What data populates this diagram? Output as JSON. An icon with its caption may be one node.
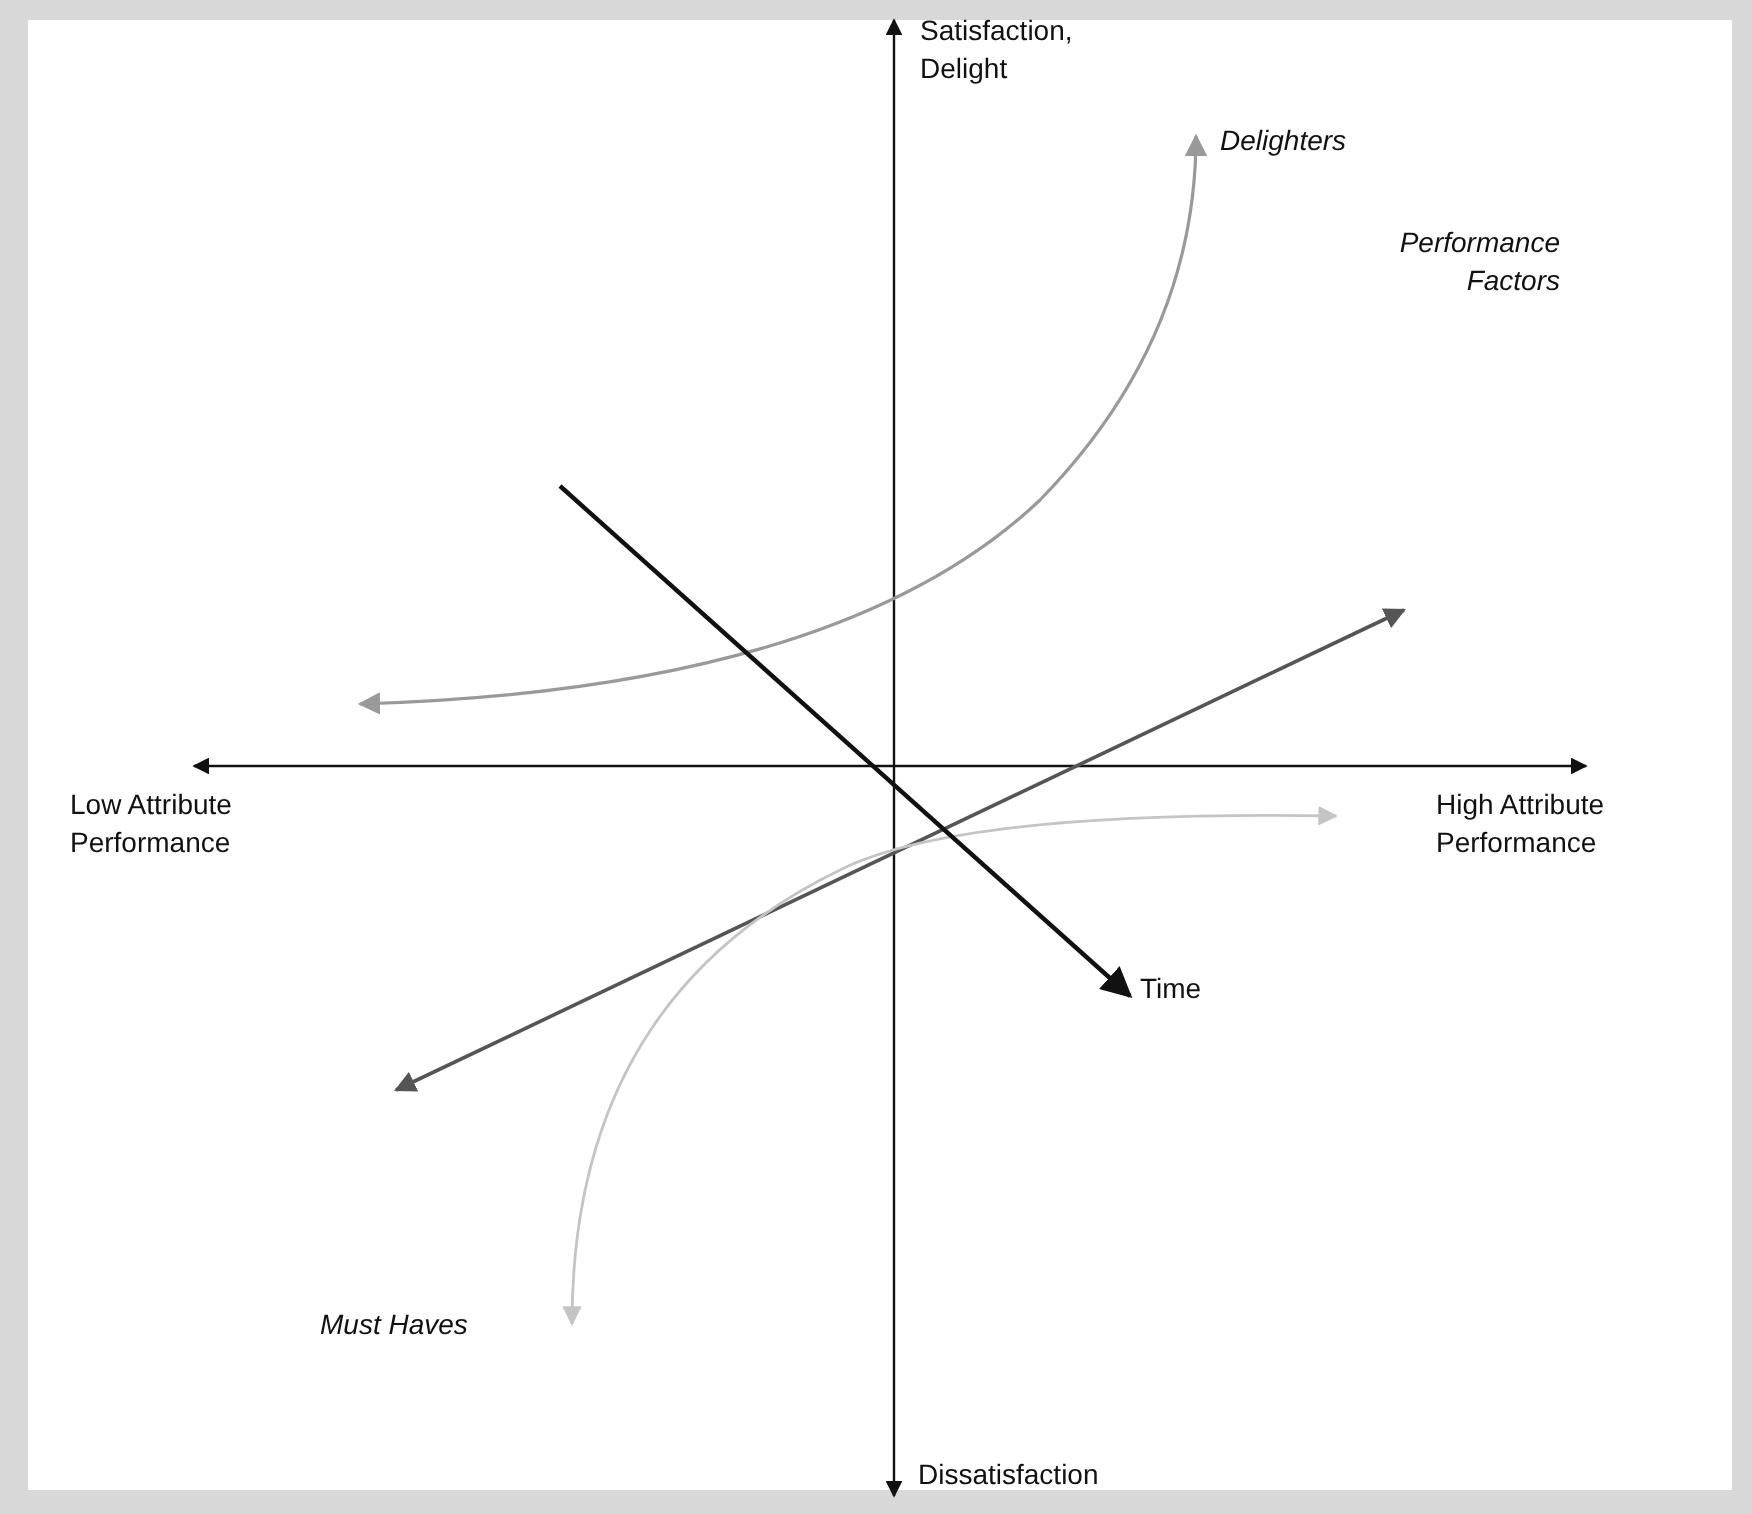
{
  "diagram": {
    "labels": [
      "Satisfaction, Delight",
      "Delighters",
      "Performance Factors",
      "Low Attribute Performance",
      "High Attribute Performance",
      "Time",
      "Must Haves",
      "Dissatisfaction"
    ]
  }
}
